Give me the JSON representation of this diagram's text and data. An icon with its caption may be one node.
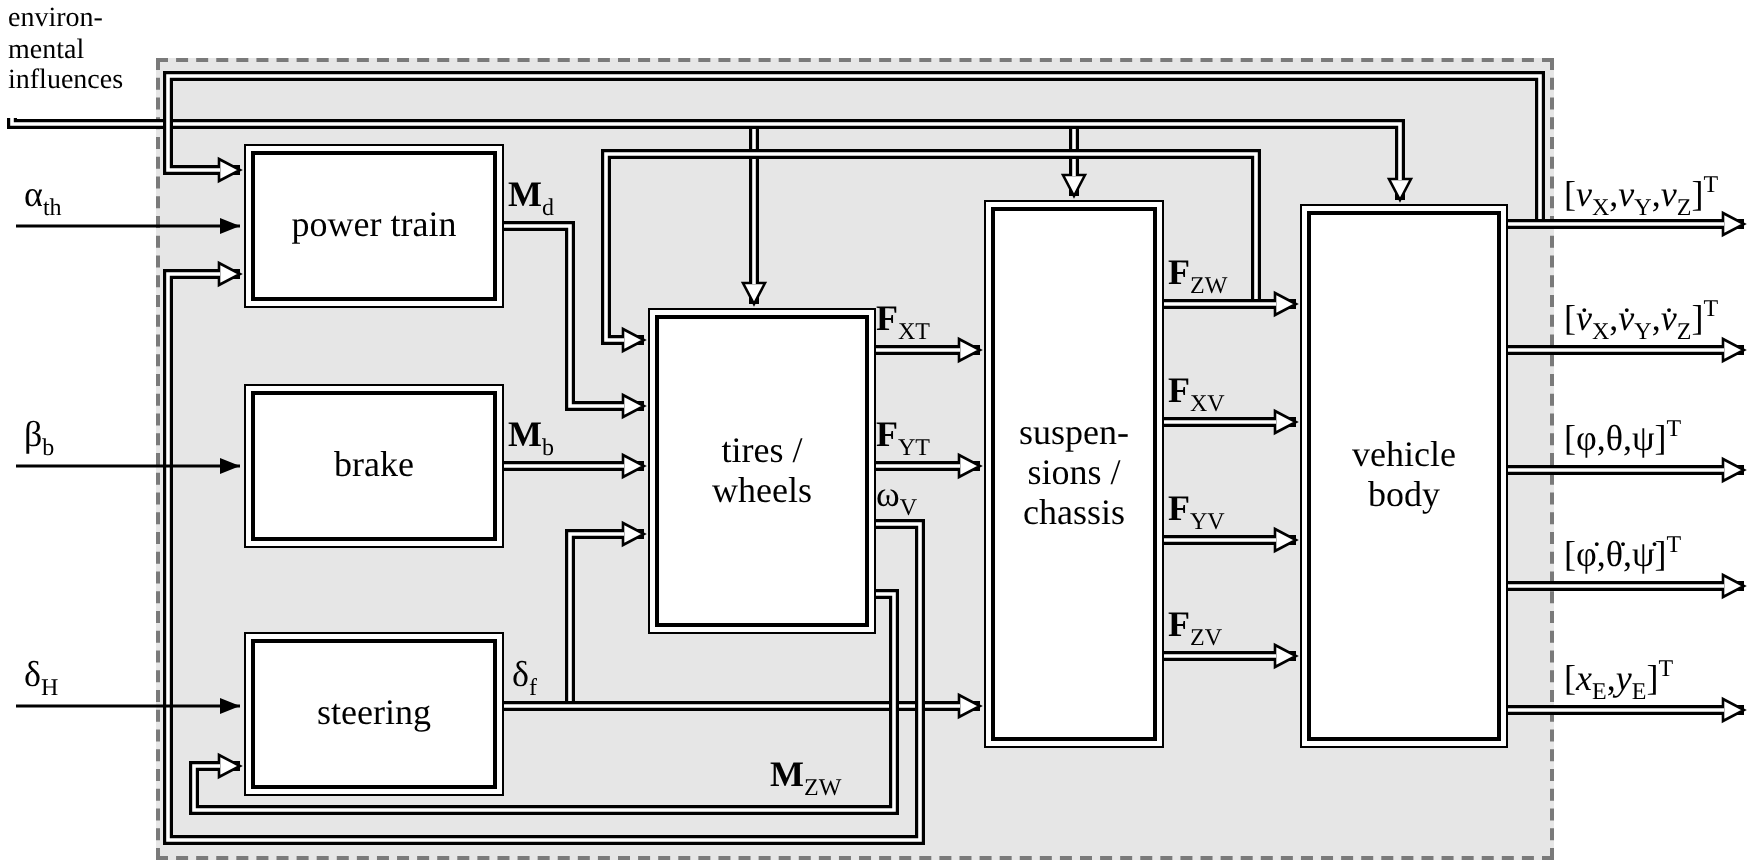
{
  "diagram": {
    "nodes": [
      {
        "text": [],
        "shape": "box"
      },
      {
        "text": [
          "power train"
        ],
        "in": 0
      },
      {
        "text": [
          "brake"
        ],
        "in": 0
      },
      {
        "text": [
          "steering"
        ],
        "in": 0
      },
      {
        "text": [
          "tires / wheels"
        ],
        "in": 0
      },
      {
        "text": [
          "suspen- sions / chassis"
        ],
        "in": 0
      },
      {
        "text": [
          "vehicle body"
        ],
        "in": 0
      },
      {
        "text": [
          "environ- mental influences"
        ]
      }
    ],
    "edges": [
      {
        "from": 1,
        "to": 4,
        "arrow": "to",
        "label": "**M**$_{d}$"
      },
      {
        "from": 2,
        "to": 4,
        "arrow": "to",
        "label": "**M**$_{b}$"
      },
      {
        "from": 3,
        "to": 4,
        "arrow": "to",
        "label": "δ$_{f}$"
      },
      {
        "from": 3,
        "to": 5,
        "arrow": "to"
      },
      {
        "from": 7,
        "to": 4,
        "arrow": "to"
      },
      {
        "from": 7,
        "to": 5,
        "arrow": "to"
      },
      {
        "from": 7,
        "to": 6,
        "arrow": "to"
      },
      {
        "from": 5,
        "to": 4,
        "arrow": "to"
      },
      {
        "from": 4,
        "to": 5,
        "arrow": "to",
        "label": "**F**$_{XT}$"
      },
      {
        "from": 4,
        "to": 5,
        "arrow": "to",
        "label": "**F**$_{YT}$"
      },
      {
        "from": 4,
        "to": 1,
        "arrow": "to",
        "label": "ω$_{V}$"
      },
      {
        "from": 4,
        "to": 3,
        "arrow": "to",
        "label": "**M**$_{ZW}$"
      },
      {
        "from": 5,
        "to": 6,
        "arrow": "to",
        "label": "**F**$_{ZW}$"
      },
      {
        "from": 5,
        "to": 6,
        "arrow": "to",
        "label": "**F**$_{XV}$"
      },
      {
        "from": 5,
        "to": 6,
        "arrow": "to",
        "label": "**F**$_{YV}$"
      },
      {
        "from": 5,
        "to": 6,
        "arrow": "to",
        "label": "**F**$_{ZV}$"
      },
      {
        "from": 6,
        "to": 1,
        "arrow": "to"
      },
      {
        "from": 6,
        "to": null,
        "arrow": "to",
        "label": "[*v*$_{X}$,*v*$_{Y}$,*v*$_{Z}$]$^{T}$"
      },
      {
        "from": 6,
        "to": null,
        "arrow": "to",
        "label": "[*v̇*$_{X}$,*v̇*$_{Y}$,*v̇*$_{Z}$]$^{T}$"
      },
      {
        "from": 6,
        "to": null,
        "arrow": "to",
        "label": "[φ,θ,ψ]$^{T}$"
      },
      {
        "from": 6,
        "to": null,
        "arrow": "to",
        "label": "[φ̇,θ̇,ψ̇]$^{T}$"
      },
      {
        "from": 6,
        "to": null,
        "arrow": "to",
        "label": "[*x*$_{E}$,*y*$_{E}$]$^{T}$"
      },
      {
        "from": null,
        "to": 1,
        "arrow": "to",
        "label": "α$_{th}$"
      },
      {
        "from": null,
        "to": 2,
        "arrow": "to",
        "label": "β$_{b}$"
      },
      {
        "from": null,
        "to": 3,
        "arrow": "to",
        "label": "δ$_{H}$"
      }
    ]
  }
}
